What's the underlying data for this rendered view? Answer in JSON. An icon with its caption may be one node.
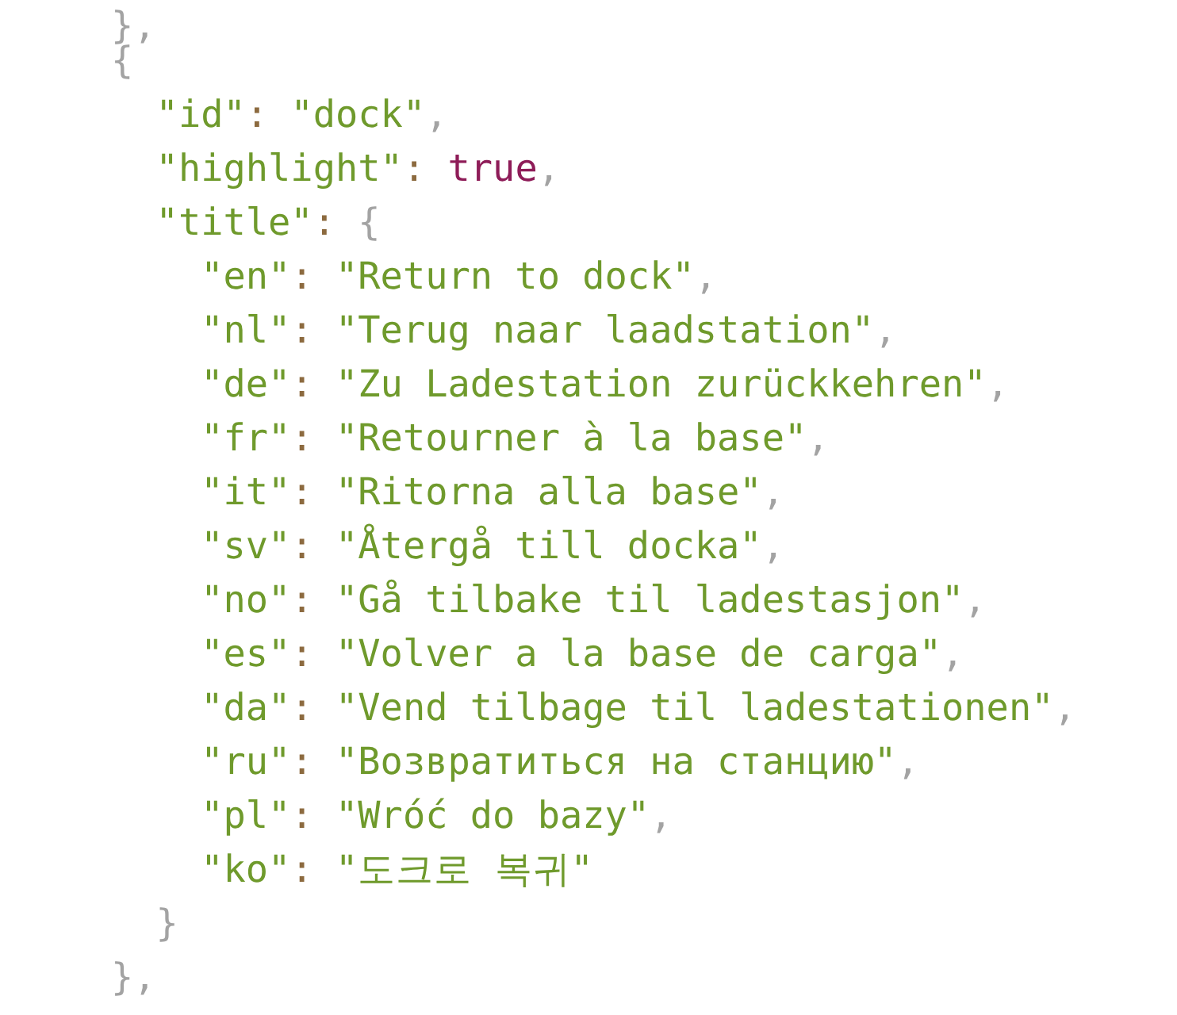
{
  "diagram": {
    "labels": [
      "},",
      "{",
      "\"id\": \"dock\",",
      "\"highlight\": true,",
      "\"title\": {",
      "\"en\": \"Return to dock\",",
      "\"nl\": \"Terug naar laadstation\",",
      "\"de\": \"Zu Ladestation zurückkehren\",",
      "\"fr\": \"Retourner à la base\",",
      "\"it\": \"Ritorna alla base\",",
      "\"sv\": \"Återgå till docka\",",
      "\"no\": \"Gå tilbake til ladestasjon\",",
      "\"es\": \"Volver a la base de carga\",",
      "\"da\": \"Vend tilbage til ladestationen\",",
      "\"ru\": \"Возвратиться на станцию\",",
      "\"pl\": \"Wróć do bazy\",",
      "\"ko\": \"도크로 복귀\"",
      "}",
      "},"
    ]
  }
}
